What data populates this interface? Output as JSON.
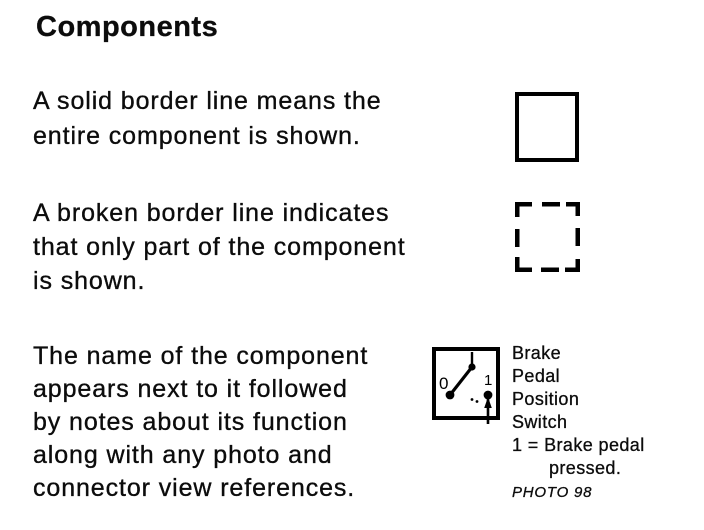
{
  "page": {
    "title": "Components",
    "background_color": "#ffffff",
    "text_color": "#0c0c0c",
    "line_color": "#000000"
  },
  "sections": [
    {
      "id": "solid-border",
      "symbol": "solid-box",
      "lines": [
        "A solid border line means the",
        "entire component is shown."
      ]
    },
    {
      "id": "broken-border",
      "symbol": "dashed-box",
      "lines": [
        "A broken border line indicates",
        "that only part of the component",
        "is shown."
      ]
    },
    {
      "id": "component-name",
      "symbol": "switch-example",
      "lines": [
        "The name of the component",
        "appears next to it followed",
        "by notes about its function",
        "along with any photo and",
        "connector view references."
      ]
    }
  ],
  "switch_example": {
    "labels": {
      "off": "0",
      "on": "1"
    },
    "name_lines": [
      "Brake",
      "Pedal",
      "Position",
      "Switch"
    ],
    "note_line1": "1 = Brake pedal",
    "note_line2": "pressed.",
    "photo_ref": "PHOTO 98"
  }
}
